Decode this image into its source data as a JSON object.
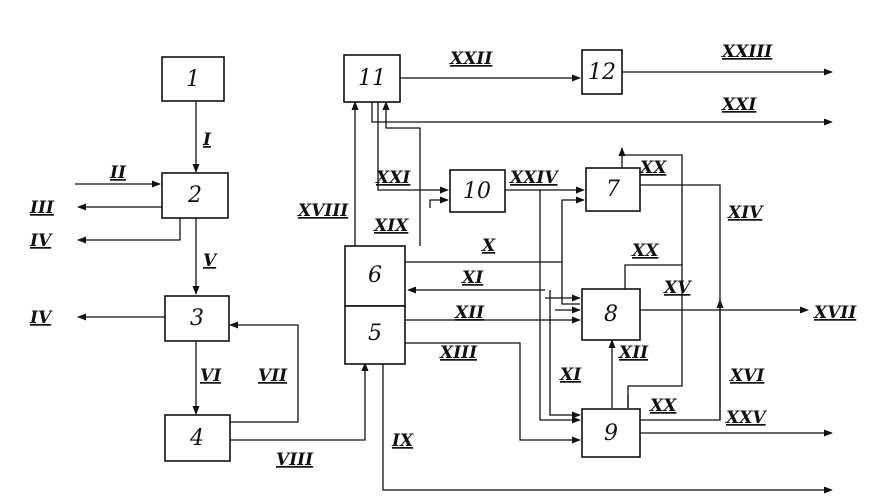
{
  "blocks": {
    "b1": "1",
    "b2": "2",
    "b3": "3",
    "b4": "4",
    "b5": "5",
    "b6": "6",
    "b7": "7",
    "b8": "8",
    "b9": "9",
    "b10": "10",
    "b11": "11",
    "b12": "12"
  },
  "streams": {
    "s1": "I",
    "s2": "II",
    "s3": "III",
    "s4a": "IV",
    "s4b": "IV",
    "s5": "V",
    "s6": "VI",
    "s7": "VII",
    "s8": "VIII",
    "s9": "IX",
    "s10": "X",
    "s11a": "XI",
    "s11b": "XI",
    "s12a": "XII",
    "s12b": "XII",
    "s13": "XIII",
    "s14": "XIV",
    "s15": "XV",
    "s16": "XVI",
    "s17": "XVII",
    "s18": "XVIII",
    "s19": "XIX",
    "s20a": "XX",
    "s20b": "XX",
    "s20c": "XX",
    "s21a": "XXI",
    "s21b": "XXI",
    "s22": "XXII",
    "s23": "XXIII",
    "s24": "XXIV",
    "s25": "XXV"
  }
}
